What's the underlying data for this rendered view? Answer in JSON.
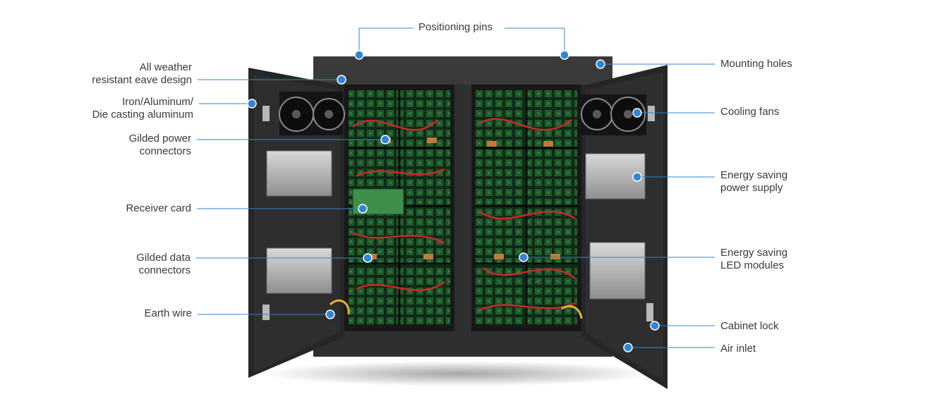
{
  "diagram": {
    "accent_color": "#2f86d6",
    "cabinet_color": "#2b2b2b",
    "callouts": [
      {
        "id": "positioning-pins",
        "lines": [
          "Positioning pins"
        ]
      },
      {
        "id": "mounting-holes",
        "lines": [
          "Mounting holes"
        ]
      },
      {
        "id": "eave-design",
        "lines": [
          "All weather",
          "resistant eave design"
        ]
      },
      {
        "id": "iron-aluminum",
        "lines": [
          "Iron/Aluminum/",
          "Die casting aluminum"
        ]
      },
      {
        "id": "cooling-fans",
        "lines": [
          "Cooling fans"
        ]
      },
      {
        "id": "gilded-power-connectors",
        "lines": [
          "Gilded power",
          "connectors"
        ]
      },
      {
        "id": "power-supply",
        "lines": [
          "Energy saving",
          "power supply"
        ]
      },
      {
        "id": "receiver-card",
        "lines": [
          "Receiver card"
        ]
      },
      {
        "id": "gilded-data-connectors",
        "lines": [
          "Gilded data",
          "connectors"
        ]
      },
      {
        "id": "led-modules",
        "lines": [
          "Energy saving",
          "LED modules"
        ]
      },
      {
        "id": "earth-wire",
        "lines": [
          "Earth wire"
        ]
      },
      {
        "id": "cabinet-lock",
        "lines": [
          "Cabinet lock"
        ]
      },
      {
        "id": "air-inlet",
        "lines": [
          "Air inlet"
        ]
      }
    ]
  }
}
